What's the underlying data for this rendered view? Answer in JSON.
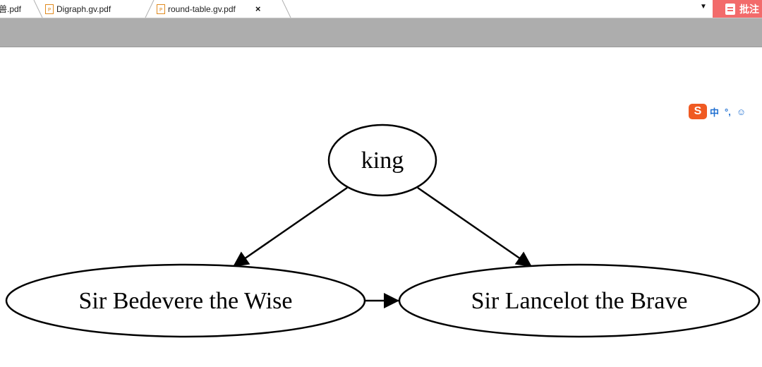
{
  "tabs": [
    {
      "label": "怪兽.pdf",
      "active": false
    },
    {
      "label": "Digraph.gv.pdf",
      "active": false
    },
    {
      "label": "round-table.gv.pdf",
      "active": true
    }
  ],
  "tab_close": "×",
  "right_button": {
    "label": "批注",
    "icon": "comment-doc-icon",
    "color": "#f26b6b"
  },
  "ime": {
    "logo": "S",
    "mode": "中",
    "punct": "°,",
    "emoji": "☺"
  },
  "graph": {
    "nodes": [
      {
        "id": "king",
        "label": "king"
      },
      {
        "id": "bedevere",
        "label": "Sir Bedevere the Wise"
      },
      {
        "id": "lancelot",
        "label": "Sir Lancelot the Brave"
      }
    ],
    "edges": [
      {
        "from": "king",
        "to": "bedevere"
      },
      {
        "from": "king",
        "to": "lancelot"
      },
      {
        "from": "bedevere",
        "to": "lancelot"
      }
    ]
  }
}
